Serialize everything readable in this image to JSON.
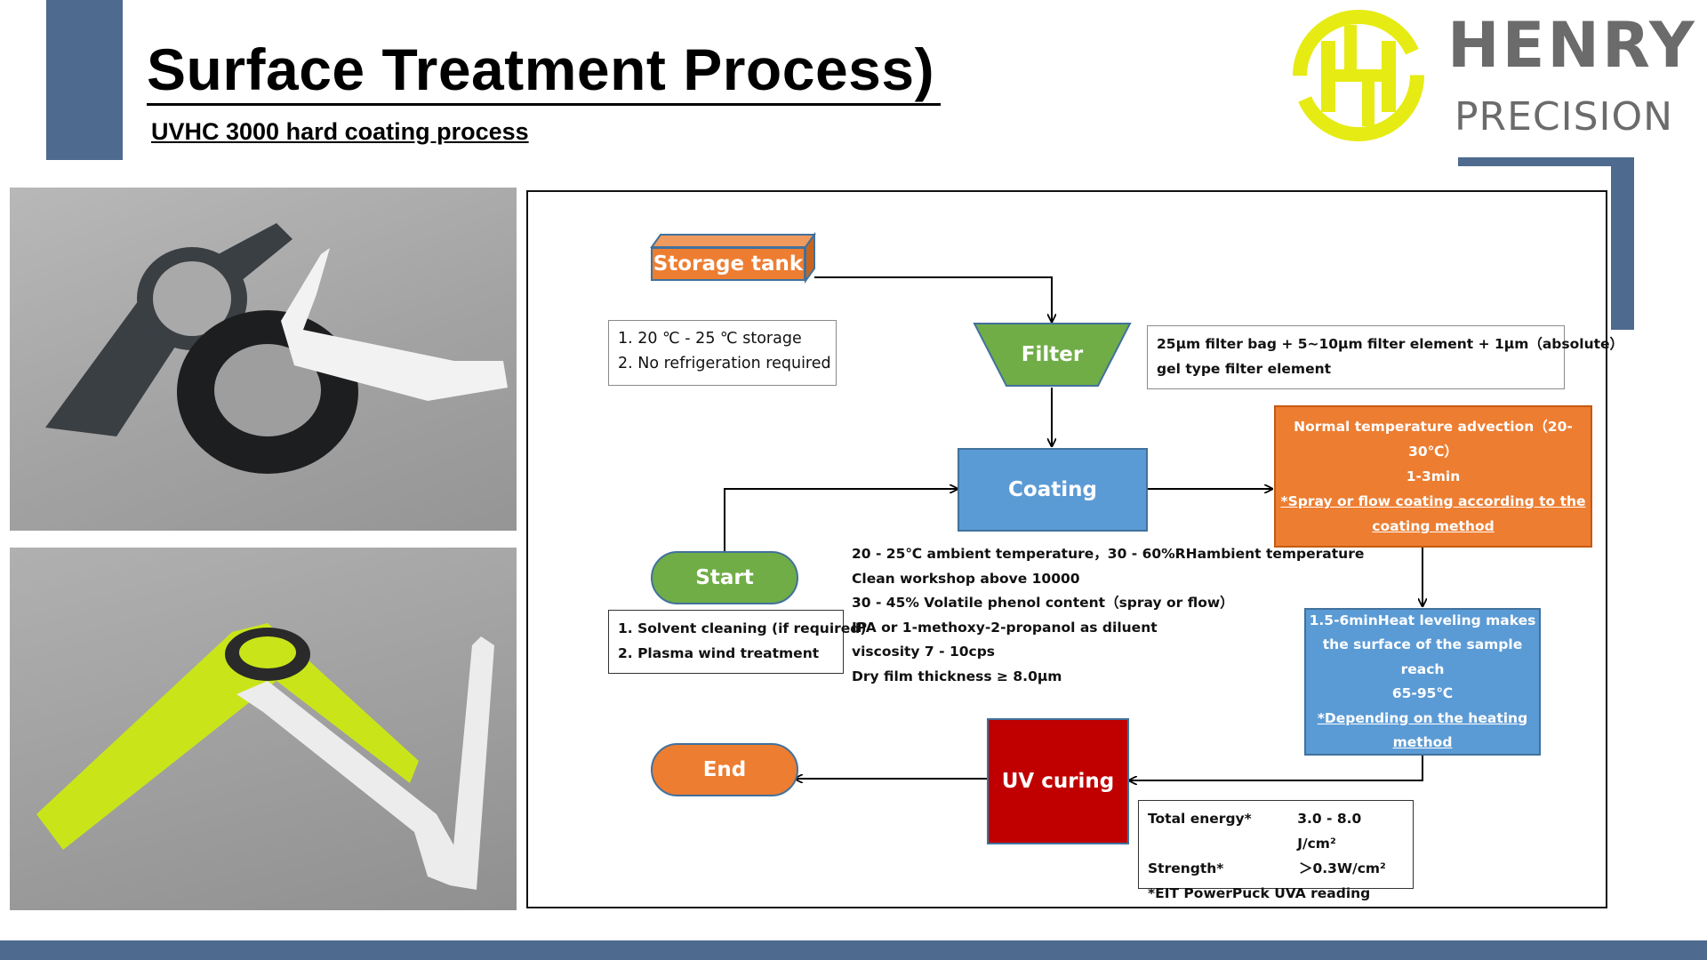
{
  "header": {
    "title": "Surface Treatment Process)",
    "subtitle": "UVHC 3000 hard coating process"
  },
  "logo": {
    "mark_icon": "hh-circle-logo-icon",
    "line1": "HENRY",
    "line2": "PRECISION",
    "mark_color": "#e6eb14",
    "text_color": "#6b6b6b"
  },
  "colors": {
    "accent": "#4e6a8e",
    "orange": "#ed7d31",
    "green": "#70ad47",
    "blue": "#5b9bd5",
    "red": "#c00000"
  },
  "photos": [
    {
      "icon": "watch-straps-black-white-photo"
    },
    {
      "icon": "watch-strap-yellow-white-photo"
    }
  ],
  "diagram": {
    "storage_tank": {
      "label": "Storage tank",
      "notes": [
        "1. 20 ℃ - 25 ℃ storage",
        "2. No refrigeration required"
      ]
    },
    "filter": {
      "label": "Filter",
      "notes": [
        "25μm filter bag + 5~10μm filter element + 1μm（absolute）",
        "gel type filter element"
      ]
    },
    "coating": {
      "label": "Coating",
      "conditions": [
        "20 - 25℃ ambient temperature，30 - 60%RHambient temperature",
        "Clean workshop above 10000",
        "30 - 45% Volatile phenol content（spray or flow）",
        "IPA or 1-methoxy-2-propanol as diluent",
        "viscosity 7 - 10cps",
        "Dry film thickness ≥ 8.0μm"
      ]
    },
    "advection": {
      "lines": [
        "Normal temperature advection（20-30℃）",
        "1-3min"
      ],
      "link_lines": [
        "*Spray or flow coating according to the",
        "coating method"
      ]
    },
    "start": {
      "label": "Start",
      "notes": [
        "1. Solvent cleaning (if required)",
        "2. Plasma wind treatment"
      ]
    },
    "heat_leveling": {
      "lines": [
        "1.5-6minHeat leveling makes",
        "the surface of the sample reach",
        "65-95℃"
      ],
      "link_lines": [
        "*Depending on the heating",
        "method"
      ]
    },
    "uv_curing": {
      "label": "UV curing",
      "specs": [
        {
          "name": "Total energy*",
          "value": "3.0 - 8.0 J/cm²"
        },
        {
          "name": "Strength*",
          "value": "＞0.3W/cm²"
        }
      ],
      "footnote": "*EIT PowerPuck UVA reading"
    },
    "end": {
      "label": "End"
    }
  }
}
